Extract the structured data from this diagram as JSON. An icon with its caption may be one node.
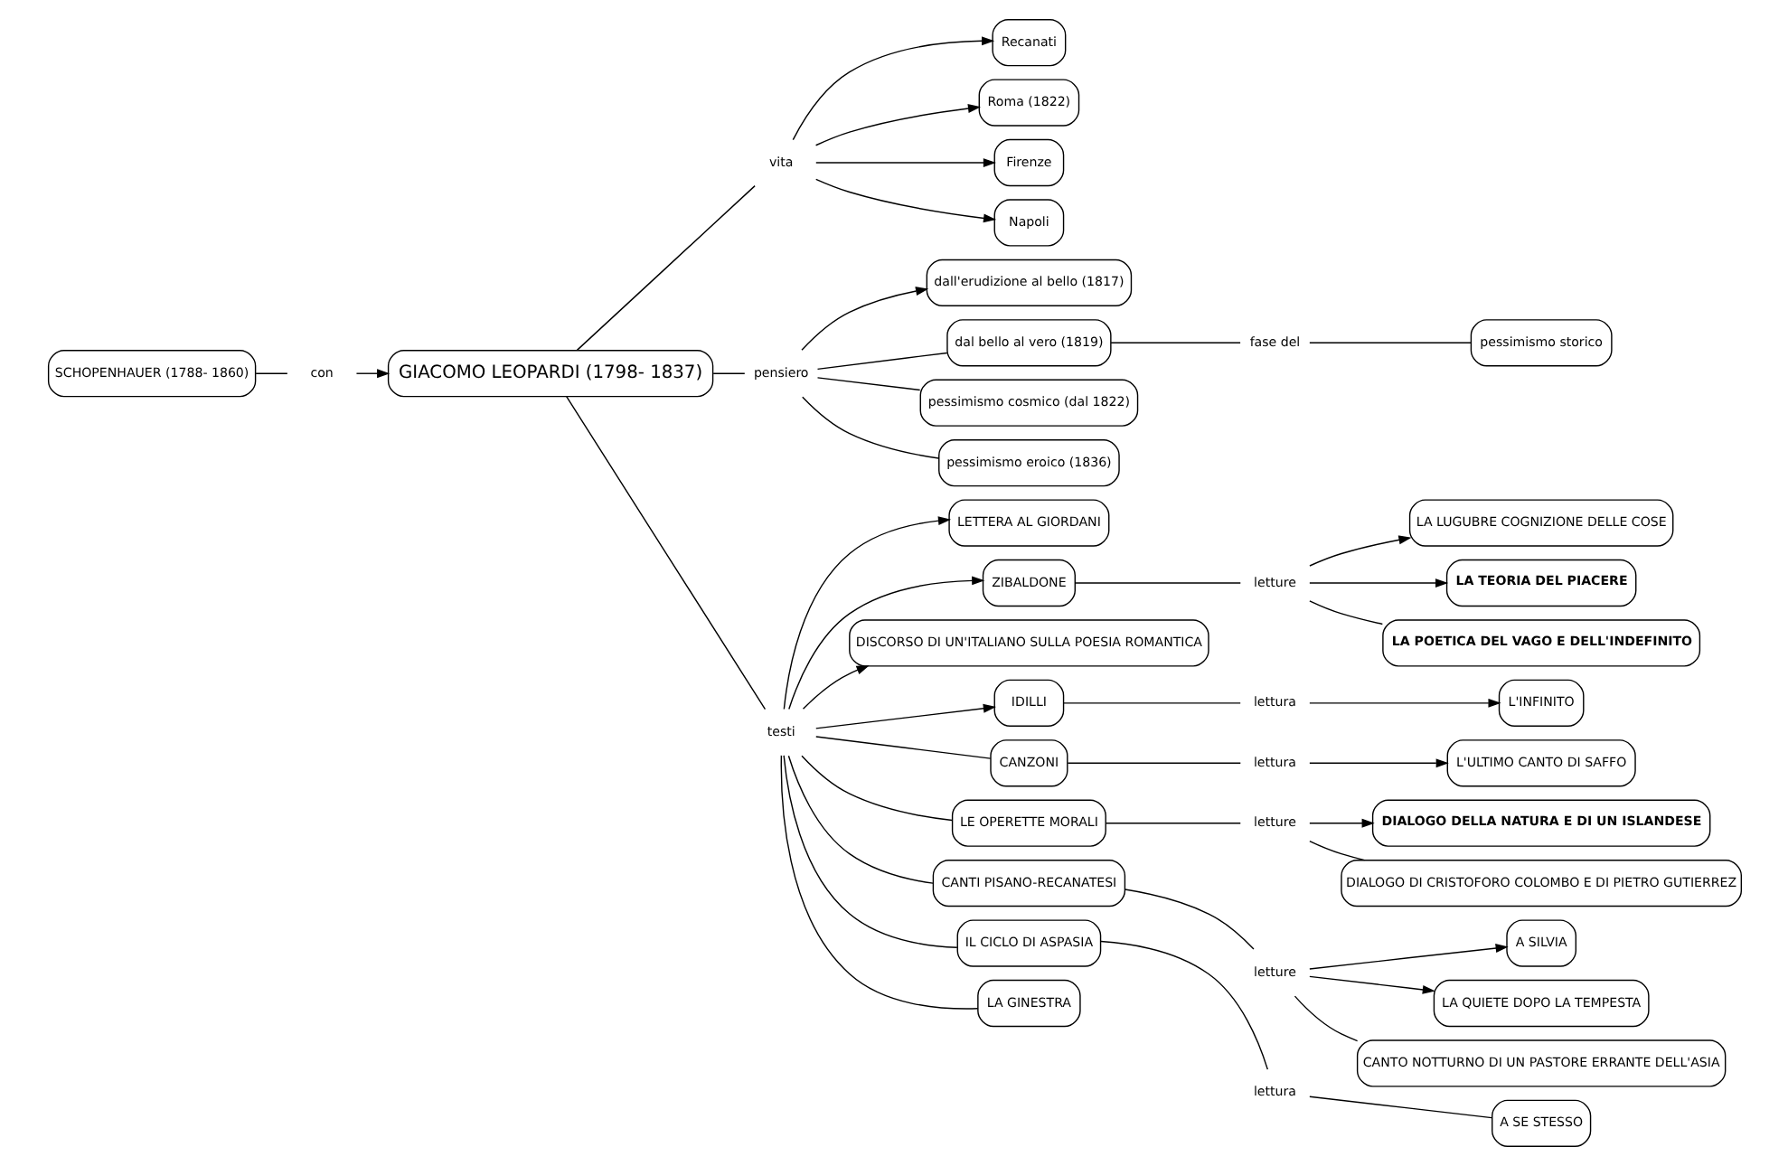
{
  "diagram": {
    "nodes": [
      {
        "text": [
          "GIACOMO LEOPARDI (1798- 1837)"
        ]
      },
      {
        "text": [
          "vita"
        ]
      },
      {
        "text": [
          "Recanati"
        ]
      },
      {
        "text": [
          "Roma (1822)"
        ]
      },
      {
        "text": [
          "Firenze"
        ]
      },
      {
        "text": [
          "Napoli"
        ]
      },
      {
        "text": [
          "SCHOPENHAUER (1788- 1860)"
        ]
      },
      {
        "text": [
          "con"
        ]
      },
      {
        "text": [
          "pensiero"
        ]
      },
      {
        "text": [
          "dall'erudizione al bello (1817)"
        ]
      },
      {
        "text": [
          "dal bello al vero (1819)"
        ]
      },
      {
        "text": [
          "pessimismo cosmico (dal 1822)"
        ]
      },
      {
        "text": [
          "pessimismo eroico (1836)"
        ]
      },
      {
        "text": [
          "fase del"
        ]
      },
      {
        "text": [
          "pessimismo storico"
        ]
      },
      {
        "text": [
          "testi"
        ]
      },
      {
        "text": [
          "LETTERA AL GIORDANI"
        ]
      },
      {
        "text": [
          "ZIBALDONE"
        ]
      },
      {
        "text": [
          "letture"
        ]
      },
      {
        "text": [
          "LA LUGUBRE COGNIZIONE DELLE COSE"
        ]
      },
      {
        "text": [
          "LA TEORIA DEL PIACERE"
        ]
      },
      {
        "text": [
          "LA POETICA DEL VAGO E DELL'INDEFINITO"
        ]
      },
      {
        "text": [
          "DISCORSO DI UN'ITALIANO SULLA POESIA ROMANTICA"
        ]
      },
      {
        "text": [
          "IDILLI"
        ]
      },
      {
        "text": [
          "lettura"
        ]
      },
      {
        "text": [
          "L'INFINITO"
        ]
      },
      {
        "text": [
          "CANZONI"
        ]
      },
      {
        "text": [
          "lettura"
        ]
      },
      {
        "text": [
          "L'ULTIMO CANTO DI SAFFO"
        ]
      },
      {
        "text": [
          "LE OPERETTE MORALI"
        ]
      },
      {
        "text": [
          "letture"
        ]
      },
      {
        "text": [
          "DIALOGO DELLA NATURA E DI UN ISLANDESE"
        ]
      },
      {
        "text": [
          "DIALOGO DI CRISTOFORO COLOMBO E DI PIETRO GUTIERREZ"
        ]
      },
      {
        "text": [
          "CANTI PISANO-RECANATESI"
        ]
      },
      {
        "text": [
          "letture"
        ]
      },
      {
        "text": [
          "A SILVIA"
        ]
      },
      {
        "text": [
          "LA QUIETE DOPO LA TEMPESTA"
        ]
      },
      {
        "text": [
          "CANTO NOTTURNO DI UN PASTORE ERRANTE DELL'ASIA"
        ]
      },
      {
        "text": [
          "IL CICLO DI ASPASIA"
        ]
      },
      {
        "text": [
          "lettura"
        ]
      },
      {
        "text": [
          "A SE STESSO"
        ]
      },
      {
        "text": [
          "LA GINESTRA"
        ]
      }
    ],
    "edges": [
      {
        "from": 0,
        "to": 1,
        "arrow": "none"
      },
      {
        "from": 1,
        "to": 2,
        "arrow": "to"
      },
      {
        "from": 1,
        "to": 3,
        "arrow": "to"
      },
      {
        "from": 1,
        "to": 4,
        "arrow": "to"
      },
      {
        "from": 1,
        "to": 5,
        "arrow": "to"
      },
      {
        "from": 6,
        "to": 7,
        "arrow": "none"
      },
      {
        "from": 7,
        "to": 0,
        "arrow": "to"
      },
      {
        "from": 0,
        "to": 8,
        "arrow": "none"
      },
      {
        "from": 8,
        "to": 9,
        "arrow": "to"
      },
      {
        "from": 8,
        "to": 10,
        "arrow": "none"
      },
      {
        "from": 8,
        "to": 11,
        "arrow": "none"
      },
      {
        "from": 8,
        "to": 12,
        "arrow": "none"
      },
      {
        "from": 10,
        "to": 13,
        "arrow": "none"
      },
      {
        "from": 13,
        "to": 14,
        "arrow": "none"
      },
      {
        "from": 0,
        "to": 15,
        "arrow": "none"
      },
      {
        "from": 15,
        "to": 16,
        "arrow": "to"
      },
      {
        "from": 15,
        "to": 17,
        "arrow": "to"
      },
      {
        "from": 17,
        "to": 18,
        "arrow": "none"
      },
      {
        "from": 18,
        "to": 19,
        "arrow": "to"
      },
      {
        "from": 18,
        "to": 20,
        "arrow": "to"
      },
      {
        "from": 18,
        "to": 21,
        "arrow": "none"
      },
      {
        "from": 15,
        "to": 22,
        "arrow": "to"
      },
      {
        "from": 15,
        "to": 23,
        "arrow": "to"
      },
      {
        "from": 23,
        "to": 24,
        "arrow": "none"
      },
      {
        "from": 24,
        "to": 25,
        "arrow": "to"
      },
      {
        "from": 15,
        "to": 26,
        "arrow": "none"
      },
      {
        "from": 26,
        "to": 27,
        "arrow": "none"
      },
      {
        "from": 27,
        "to": 28,
        "arrow": "to"
      },
      {
        "from": 15,
        "to": 29,
        "arrow": "none"
      },
      {
        "from": 29,
        "to": 30,
        "arrow": "none"
      },
      {
        "from": 30,
        "to": 31,
        "arrow": "to"
      },
      {
        "from": 30,
        "to": 32,
        "arrow": "none"
      },
      {
        "from": 15,
        "to": 33,
        "arrow": "none"
      },
      {
        "from": 33,
        "to": 34,
        "arrow": "none"
      },
      {
        "from": 34,
        "to": 35,
        "arrow": "to"
      },
      {
        "from": 34,
        "to": 36,
        "arrow": "to"
      },
      {
        "from": 34,
        "to": 37,
        "arrow": "none"
      },
      {
        "from": 15,
        "to": 38,
        "arrow": "none"
      },
      {
        "from": 38,
        "to": 39,
        "arrow": "none"
      },
      {
        "from": 39,
        "to": 40,
        "arrow": "none"
      },
      {
        "from": 15,
        "to": 41,
        "arrow": "none"
      }
    ]
  }
}
